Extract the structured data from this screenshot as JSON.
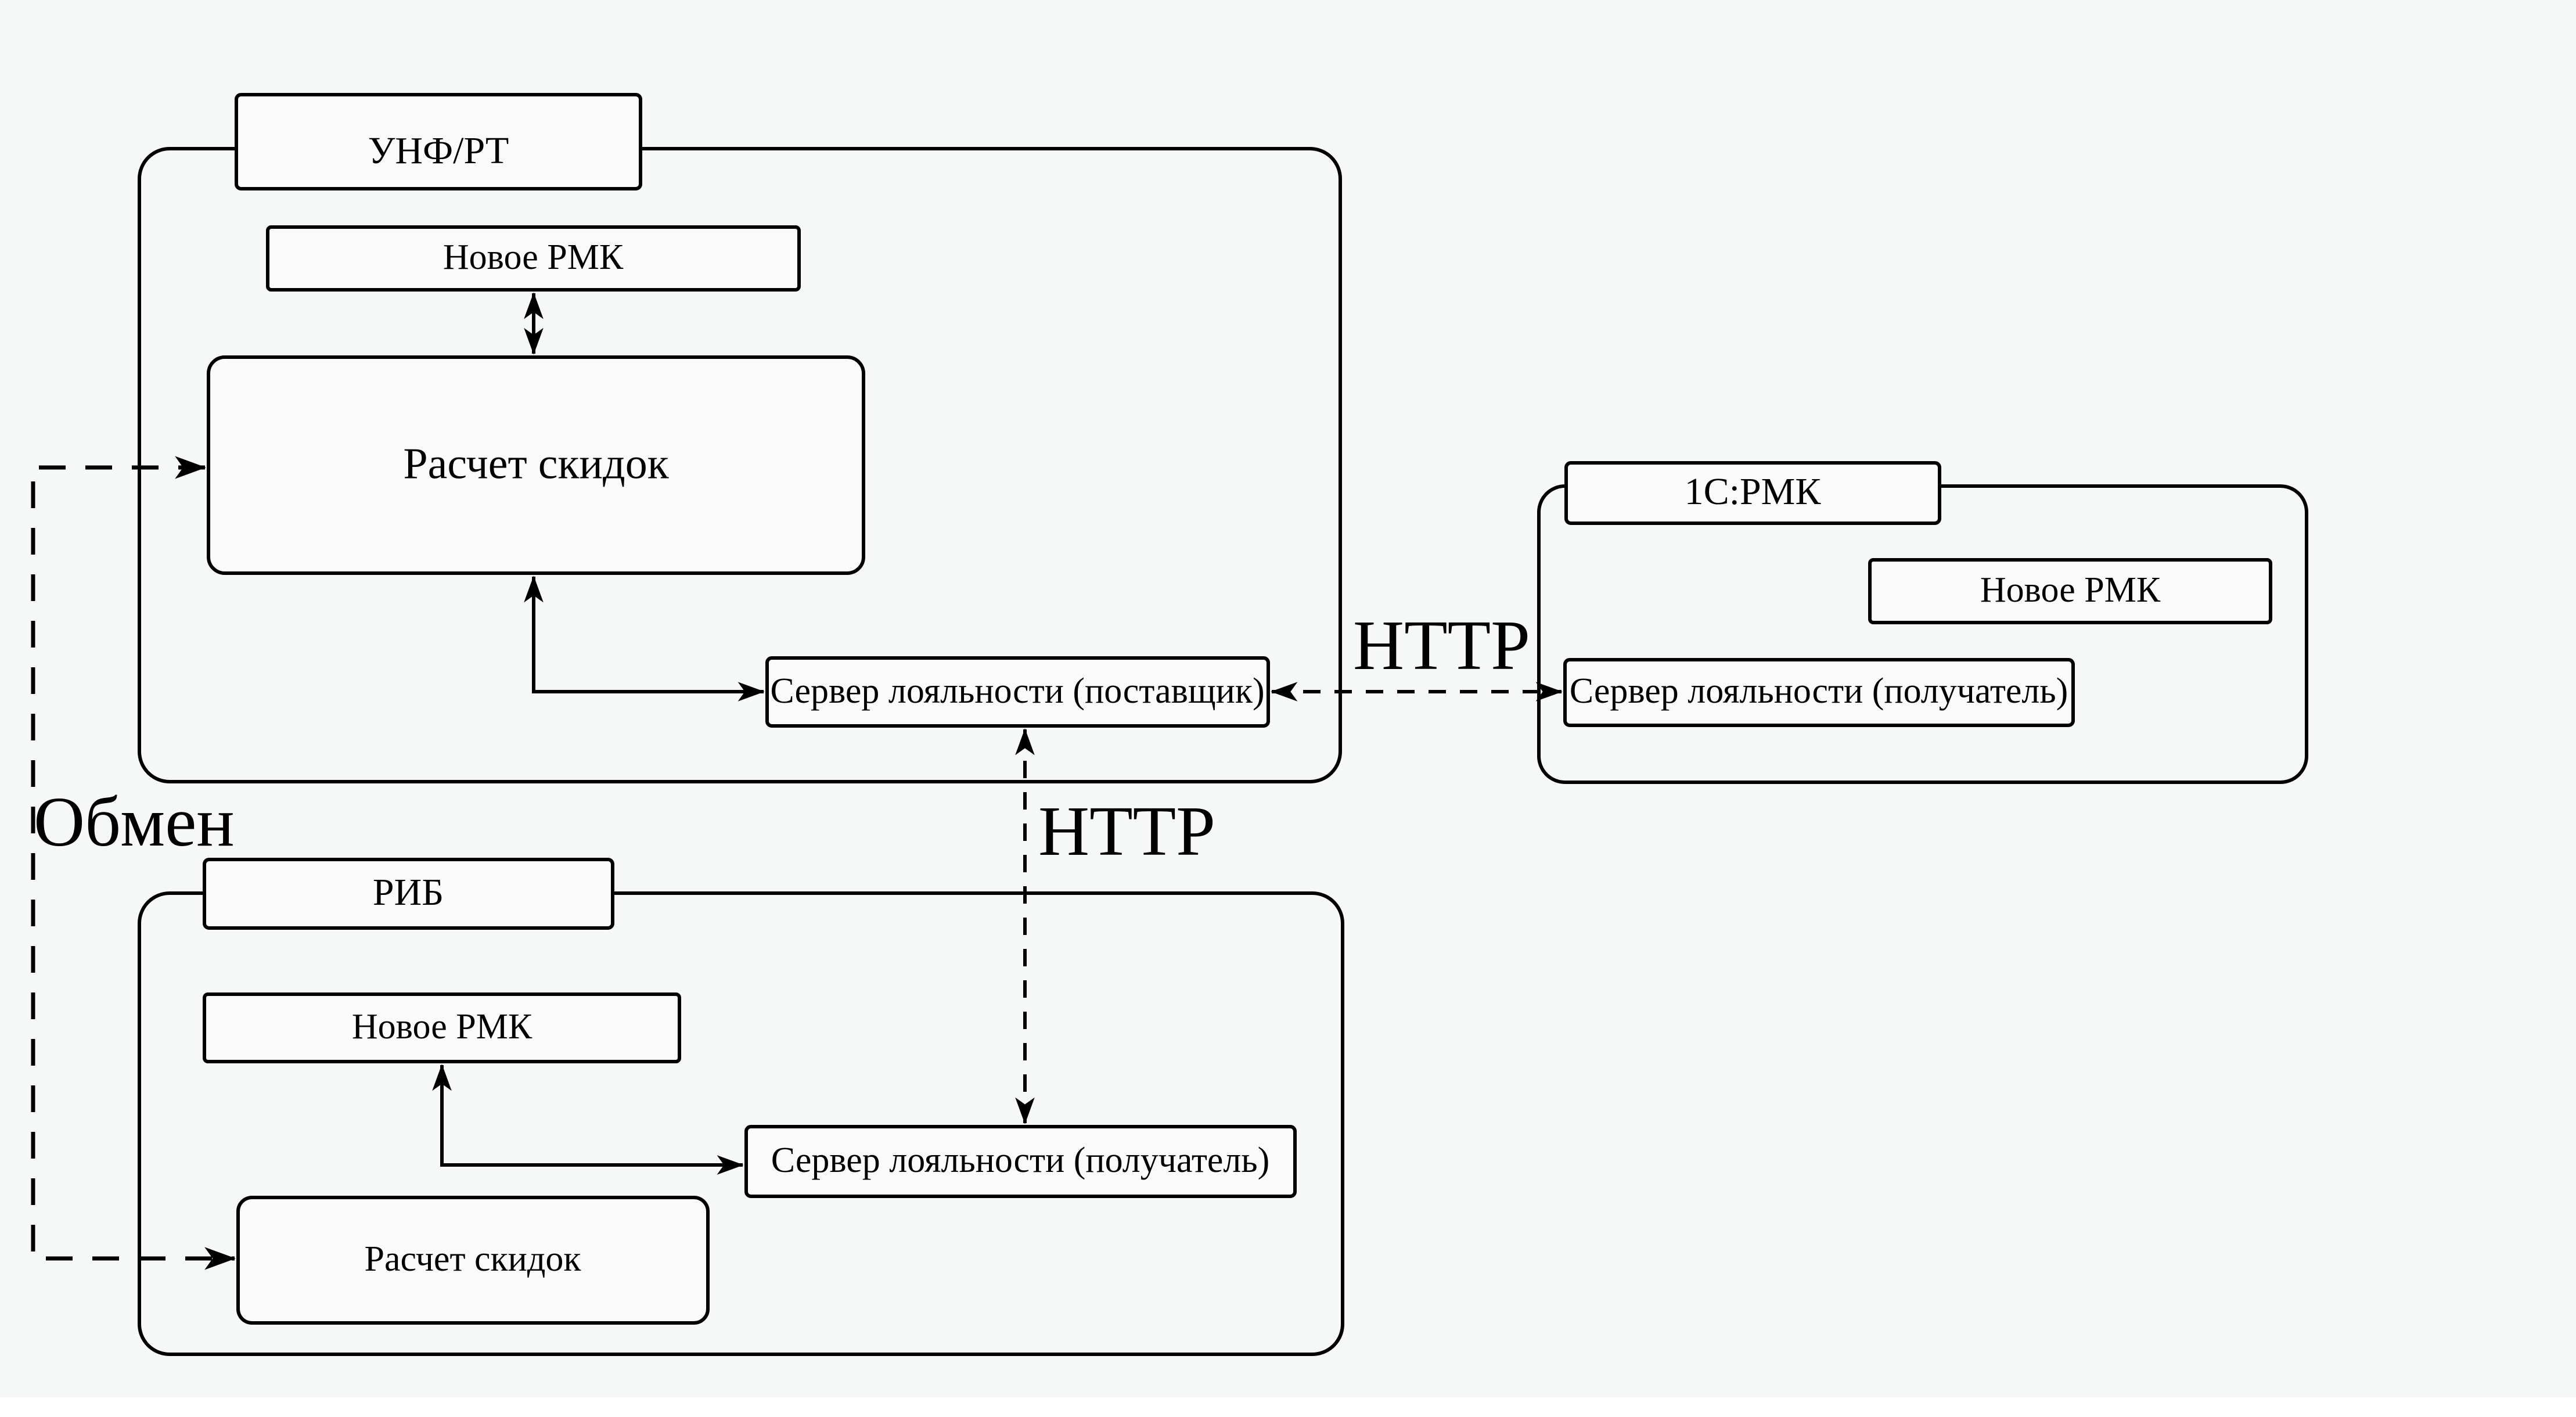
{
  "diagram": {
    "colors": {
      "background": "#f6f7f7",
      "line": "#000000",
      "node_fill": "#fafafa",
      "text": "#000000"
    },
    "groups": {
      "unf": {
        "tab": "УНФ/РТ",
        "rmk": "Новое РМК",
        "calc": "Расчет скидок",
        "server": "Сервер лояльности (поставщик)"
      },
      "onec": {
        "tab": "1С:РМК",
        "rmk": "Новое РМК",
        "server": "Сервер лояльности (получатель)"
      },
      "rib": {
        "tab": "РИБ",
        "rmk": "Новое РМК",
        "server": "Сервер лояльности (получатель)",
        "calc": "Расчет скидок"
      }
    },
    "labels": {
      "http_top": "HTTP",
      "http_middle": "HTTP",
      "exchange": "Обмен"
    }
  }
}
